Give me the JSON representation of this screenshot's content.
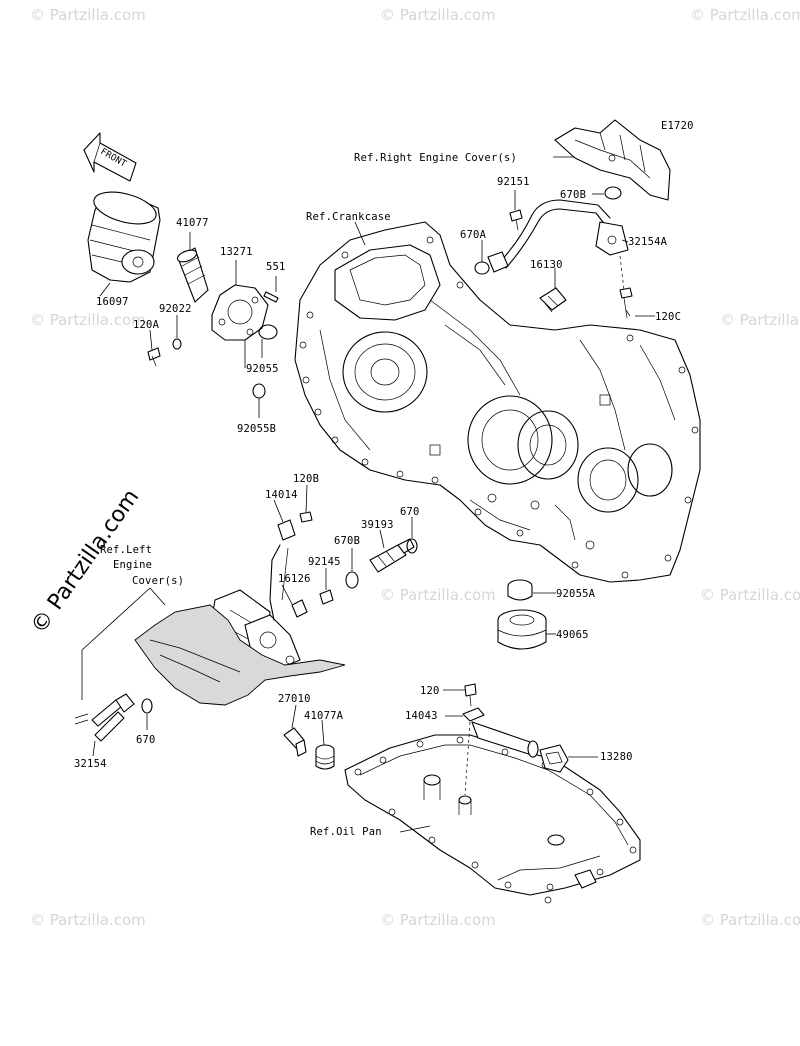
{
  "diagram_code": "E1720",
  "front_arrow_label": "FRONT",
  "watermark_text": "© Partzilla.com",
  "watermark_main": "© Partzilla.com",
  "references": {
    "right_engine_cover": "Ref.Right Engine Cover(s)",
    "crankcase": "Ref.Crankcase",
    "left_engine_cover_1": "Ref.Left",
    "left_engine_cover_2": "Engine",
    "left_engine_cover_3": "Cover(s)",
    "oil_pan": "Ref.Oil Pan"
  },
  "part_numbers": {
    "p16097": "16097",
    "p41077": "41077",
    "p13271": "13271",
    "p551": "551",
    "p92022": "92022",
    "p120A": "120A",
    "p92055": "92055",
    "p92055B": "92055B",
    "p92151": "92151",
    "p670B_top": "670B",
    "p670A": "670A",
    "p32154A": "32154A",
    "p16130": "16130",
    "p120C": "120C",
    "p120B": "120B",
    "p14014": "14014",
    "p39193": "39193",
    "p670": "670",
    "p670B": "670B",
    "p92145": "92145",
    "p16126": "16126",
    "p92055A": "92055A",
    "p49065": "49065",
    "p670_low": "670",
    "p32154": "32154",
    "p27010": "27010",
    "p41077A": "41077A",
    "p120": "120",
    "p14043": "14043",
    "p13280": "13280"
  }
}
